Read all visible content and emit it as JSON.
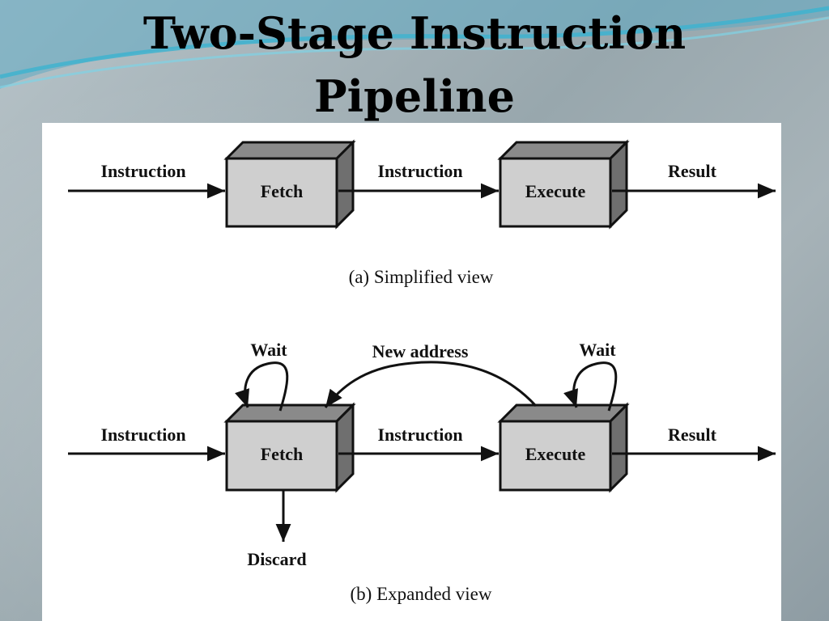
{
  "title": {
    "line1": "Two-Stage Instruction",
    "line2": "Pipeline"
  },
  "diagram": {
    "simplified": {
      "input_label": "Instruction",
      "fetch_label": "Fetch",
      "middle_label": "Instruction",
      "execute_label": "Execute",
      "output_label": "Result",
      "caption": "(a) Simplified view"
    },
    "expanded": {
      "input_label": "Instruction",
      "fetch_label": "Fetch",
      "middle_label": "Instruction",
      "execute_label": "Execute",
      "output_label": "Result",
      "wait_fetch_label": "Wait",
      "wait_execute_label": "Wait",
      "feedback_label": "New address",
      "discard_label": "Discard",
      "caption": "(b) Expanded view"
    }
  },
  "colors": {
    "box_front": "#cfcfcf",
    "box_top": "#8a8a8a",
    "box_side": "#6f6f6f",
    "accent_swoosh": "#3fb3cf"
  }
}
